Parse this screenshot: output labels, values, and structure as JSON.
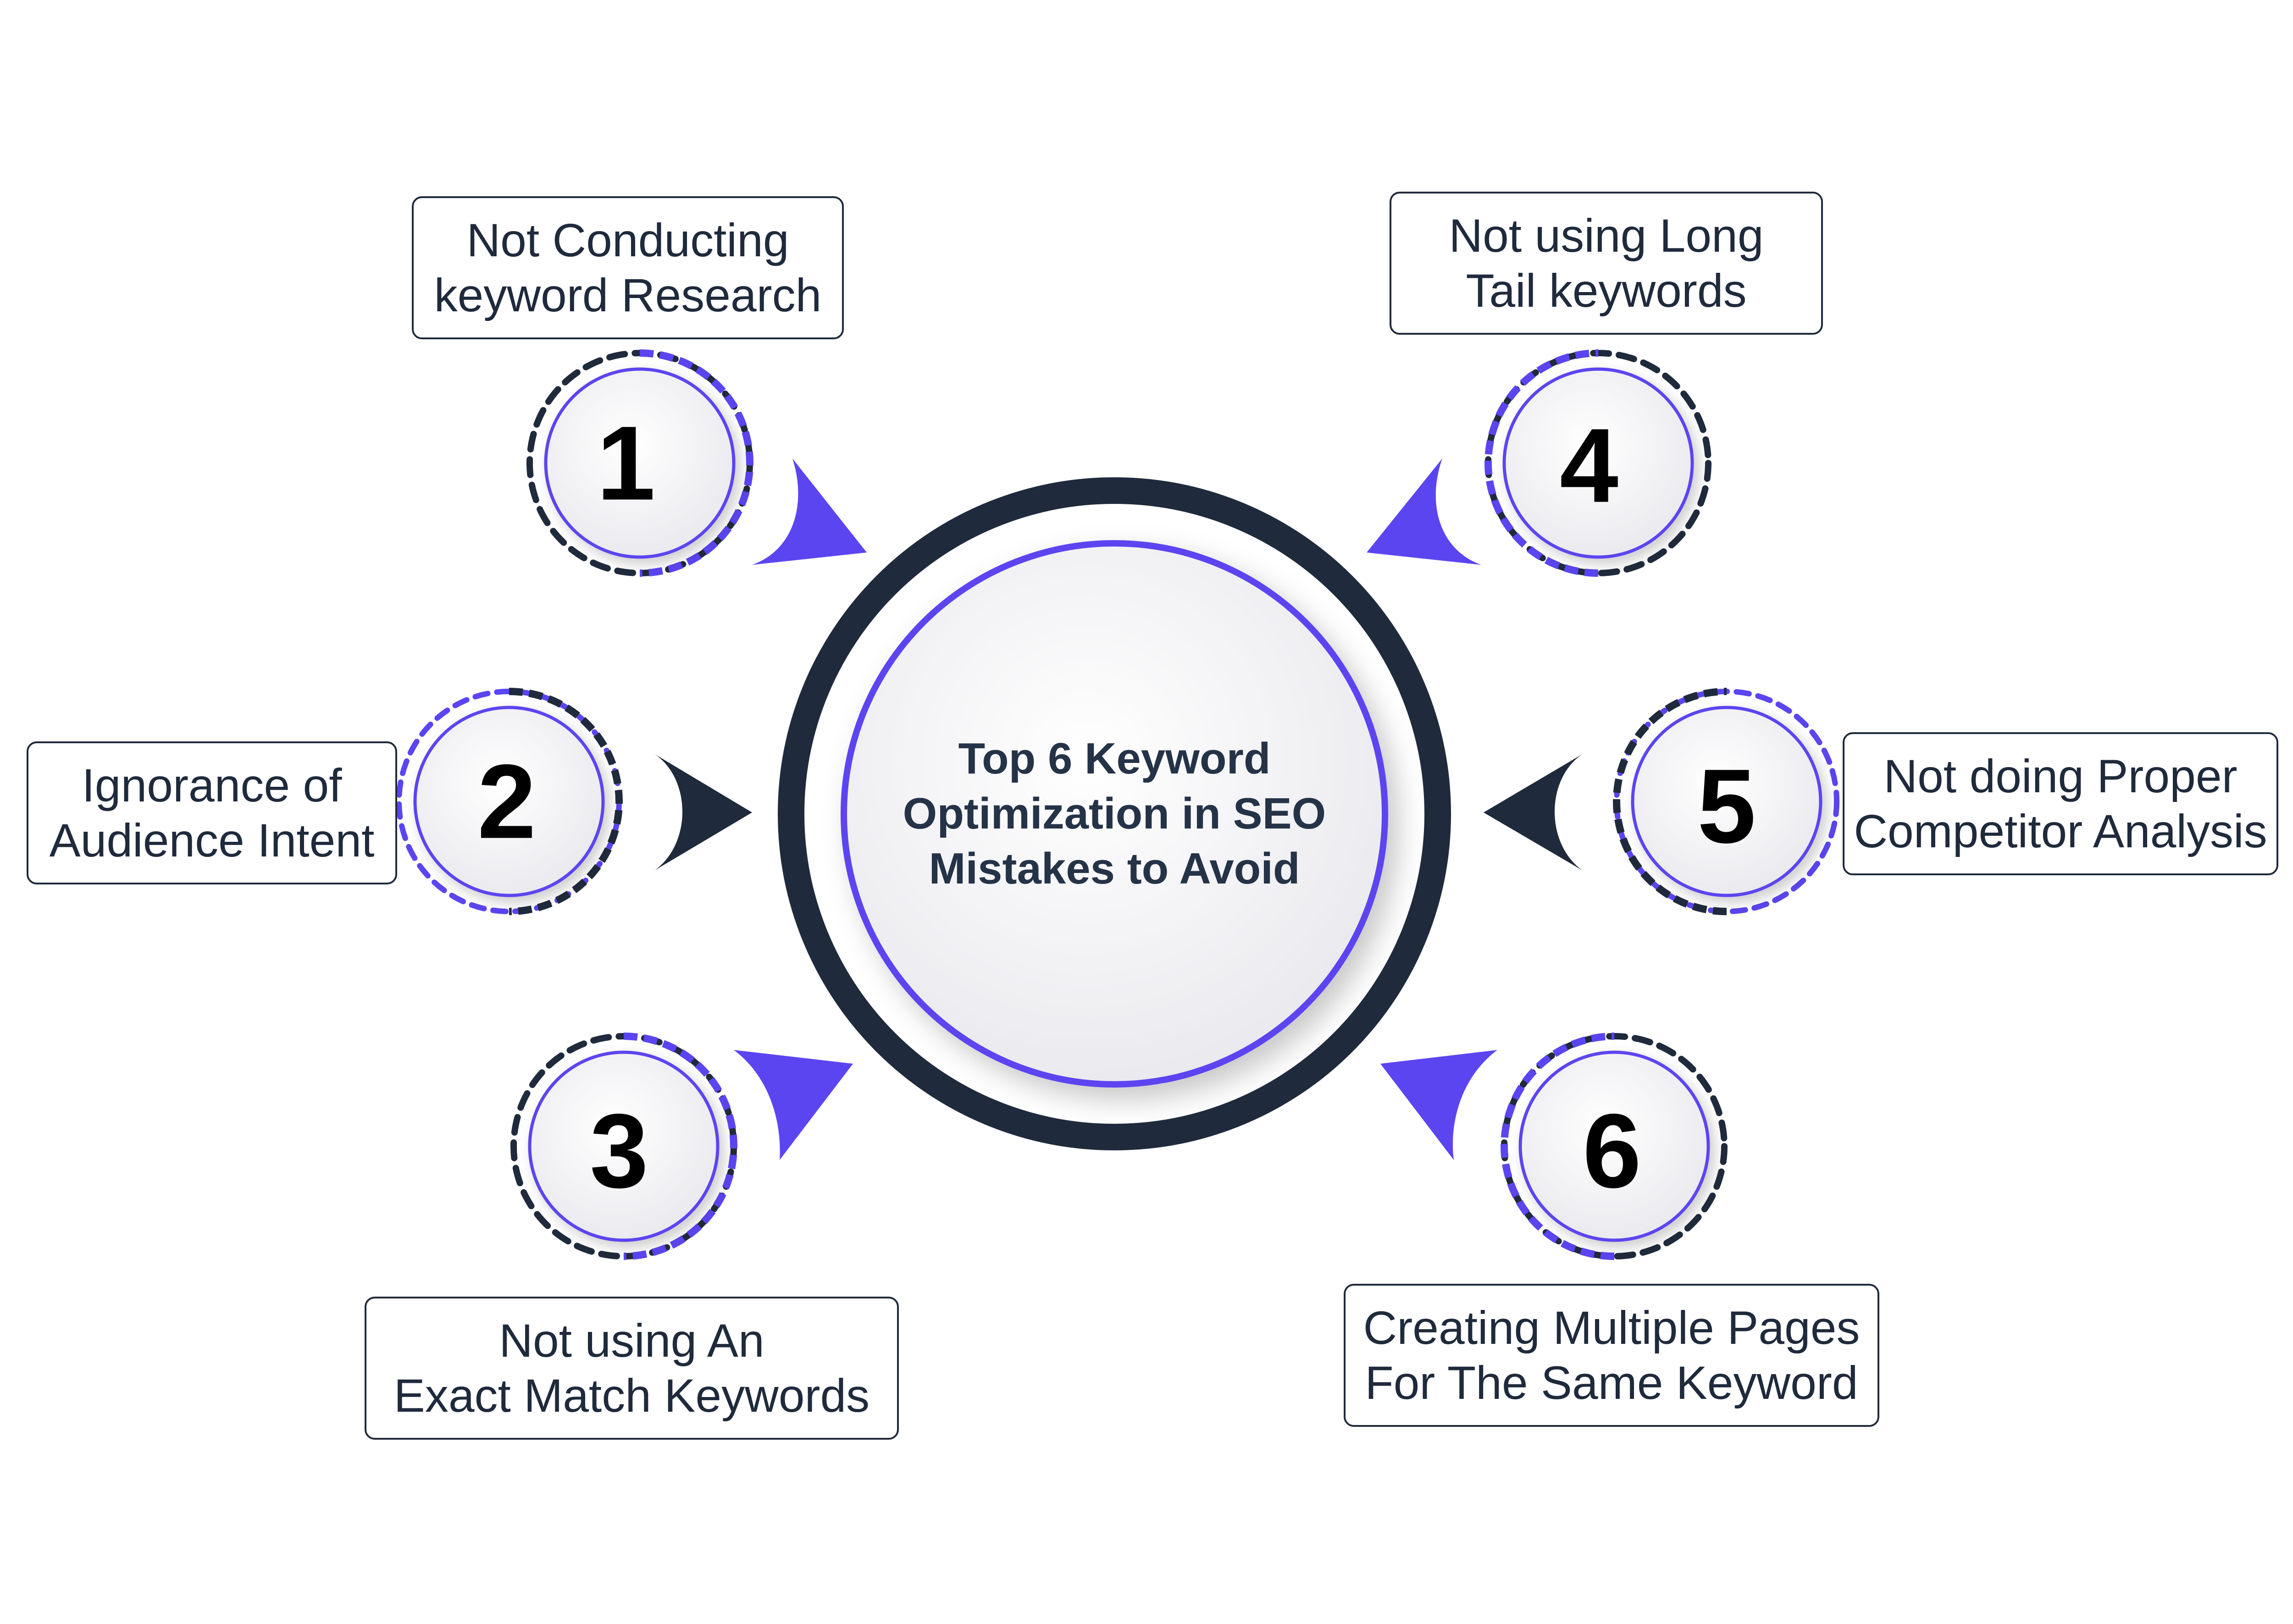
{
  "title_lines": [
    "Top 6 Keyword",
    "Optimization in SEO",
    "Mistakes to Avoid"
  ],
  "colors": {
    "navy": "#1f2a3c",
    "purple": "#5b45f0",
    "circle_fill": "#f2f2f5"
  },
  "items": [
    {
      "number": "1",
      "lines": [
        "Not Conducting",
        "keyword Research"
      ]
    },
    {
      "number": "2",
      "lines": [
        "Ignorance of",
        "Audience Intent"
      ]
    },
    {
      "number": "3",
      "lines": [
        "Not using An",
        "Exact Match Keywords"
      ]
    },
    {
      "number": "4",
      "lines": [
        "Not using Long",
        "Tail keywords"
      ]
    },
    {
      "number": "5",
      "lines": [
        "Not doing Proper",
        "Competitor Analysis"
      ]
    },
    {
      "number": "6",
      "lines": [
        "Creating Multiple Pages",
        "For The Same Keyword"
      ]
    }
  ]
}
